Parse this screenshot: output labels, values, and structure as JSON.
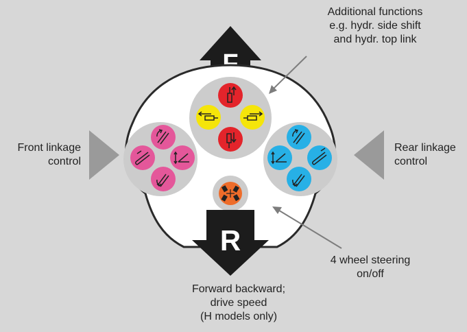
{
  "arrows": {
    "forward_letter": "F",
    "reverse_letter": "R"
  },
  "labels": {
    "additional_functions": [
      "Additional functions",
      "e.g. hydr. side shift",
      "and hydr. top link"
    ],
    "front_linkage": [
      "Front linkage",
      "control"
    ],
    "rear_linkage": [
      "Rear linkage",
      "control"
    ],
    "four_wheel_steering": [
      "4 wheel steering",
      "on/off"
    ],
    "forward_backward": [
      "Forward backward;",
      "drive speed",
      "(H models only)"
    ]
  },
  "colors": {
    "background": "#d7d7d7",
    "panel": "#ffffff",
    "button_group": "#cccccc",
    "additional_red": "#e3242b",
    "additional_yellow": "#f5e50a",
    "front_pink": "#e4579a",
    "rear_cyan": "#27b0e6",
    "steering_orange": "#ee6c2a",
    "pointer_triangle": "#9a9a9a",
    "arrow": "#1c1c1c"
  },
  "icons": {
    "top_link_up": "top-link-extend-icon",
    "side_shift_left": "side-shift-left-icon",
    "side_shift_right": "side-shift-right-icon",
    "top_link_down": "top-link-retract-icon",
    "linkage_raise": "linkage-raise-icon",
    "linkage_lower": "linkage-lower-icon",
    "linkage_float": "linkage-float-icon",
    "linkage_depth": "linkage-depth-icon",
    "steering": "four-wheel-steering-icon"
  }
}
